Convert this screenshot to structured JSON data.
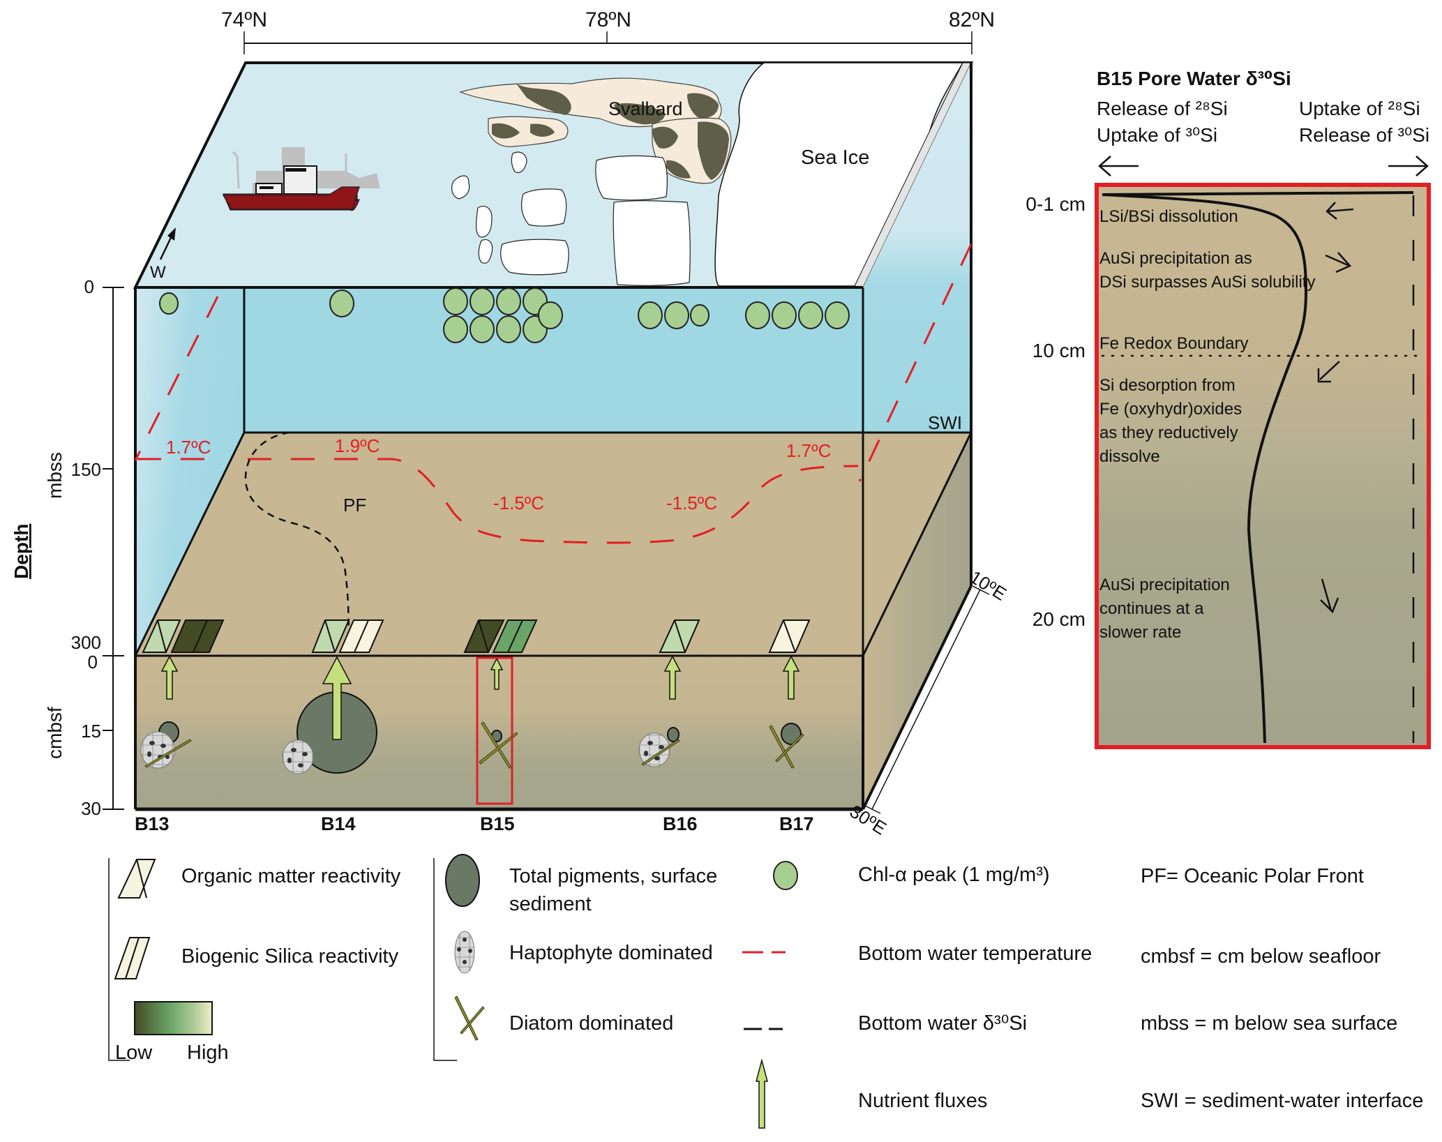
{
  "latitude_axis": {
    "ticks": [
      "74ºN",
      "78ºN",
      "82ºN"
    ]
  },
  "longitude_axis": {
    "ticks": [
      "10ºE",
      "30ºE"
    ]
  },
  "surface": {
    "svalbard_label": "Svalbard",
    "sea_ice_label": "Sea Ice",
    "compass_label": "W",
    "swi_label": "SWI",
    "pf_label": "PF"
  },
  "depth_axis": {
    "title": "Depth",
    "water_unit": "mbss",
    "sediment_unit": "cmbsf",
    "water_ticks": [
      "0",
      "150",
      "300"
    ],
    "sediment_ticks": [
      "0",
      "15",
      "30"
    ]
  },
  "temperatures": {
    "left": "1.7ºC",
    "center": "1.9ºC",
    "right": "1.7ºC",
    "cold_1": "-1.5ºC",
    "cold_2": "-1.5ºC"
  },
  "stations": [
    {
      "name": "B13",
      "chl_peaks": 1,
      "om_reactivity": "medium-high",
      "bsi_reactivity": "low",
      "nutrient_flux": "medium",
      "pigments": "small",
      "dominance": "Haptophyte + Diatom"
    },
    {
      "name": "B14",
      "chl_peaks": 1,
      "om_reactivity": "medium-high",
      "bsi_reactivity": "high",
      "nutrient_flux": "large",
      "pigments": "large",
      "dominance": "Haptophyte"
    },
    {
      "name": "B15",
      "chl_peaks": 9,
      "om_reactivity": "low",
      "bsi_reactivity": "medium",
      "nutrient_flux": "small",
      "pigments": "very small",
      "dominance": "Diatom",
      "highlighted": true
    },
    {
      "name": "B16",
      "chl_peaks": 3,
      "om_reactivity": "medium-high",
      "bsi_reactivity": null,
      "nutrient_flux": "medium",
      "pigments": "very small",
      "dominance": "Haptophyte + Diatom"
    },
    {
      "name": "B17",
      "chl_peaks": 4,
      "om_reactivity": "high",
      "bsi_reactivity": null,
      "nutrient_flux": "medium",
      "pigments": "small",
      "dominance": "Diatom"
    }
  ],
  "pore_water_panel": {
    "title": "B15 Pore Water δ³⁰Si",
    "left_header": [
      "Release of ²⁸Si",
      "Uptake of ³⁰Si"
    ],
    "right_header": [
      "Uptake of ²⁸Si",
      "Release of ³⁰Si"
    ],
    "depth_labels": [
      "0-1 cm",
      "10 cm",
      "20 cm"
    ],
    "annotations": [
      [
        "LSi/BSi dissolution"
      ],
      [
        "AuSi precipitation as",
        "DSi surpasses AuSi solubility"
      ],
      [
        "Fe Redox Boundary"
      ],
      [
        "Si desorption from",
        "Fe (oxyhydr)oxides",
        "as they reductively",
        "dissolve"
      ],
      [
        "AuSi precipitation",
        "continues at a",
        "slower rate"
      ]
    ]
  },
  "legend": {
    "om_reactivity": "Organic matter reactivity",
    "bsi_reactivity": "Biogenic Silica reactivity",
    "scale_low": "Low",
    "scale_high": "High",
    "total_pigments": [
      "Total pigments, surface",
      "sediment"
    ],
    "haptophyte": "Haptophyte dominated",
    "diatom": "Diatom dominated",
    "chl_peak": "Chl-α peak (1 mg/m³)",
    "bottom_temp": "Bottom water temperature",
    "bottom_si": "Bottom water δ³⁰Si",
    "nutrient_fluxes": "Nutrient fluxes",
    "abbreviations": [
      "PF= Oceanic Polar Front",
      "cmbsf = cm below seafloor",
      "mbss = m below sea surface",
      "SWI = sediment-water interface"
    ]
  },
  "colors": {
    "sea_surface": "#d3eaf0",
    "water": "#9fd7e3",
    "sediment_top": "#c7b793",
    "sediment_bottom": "#a3a48b",
    "temperature_line": "#e31e24",
    "chl_fill": "#a8cf92",
    "pigment_fill": "#6a7966",
    "nutrient_arrow": "#c5df7c",
    "ship_hull": "#8f1518",
    "highlight_box": "#e31e24",
    "reactivity_low": "#434b25",
    "reactivity_mid": "#6aa466",
    "reactivity_high": "#f6f3df"
  }
}
